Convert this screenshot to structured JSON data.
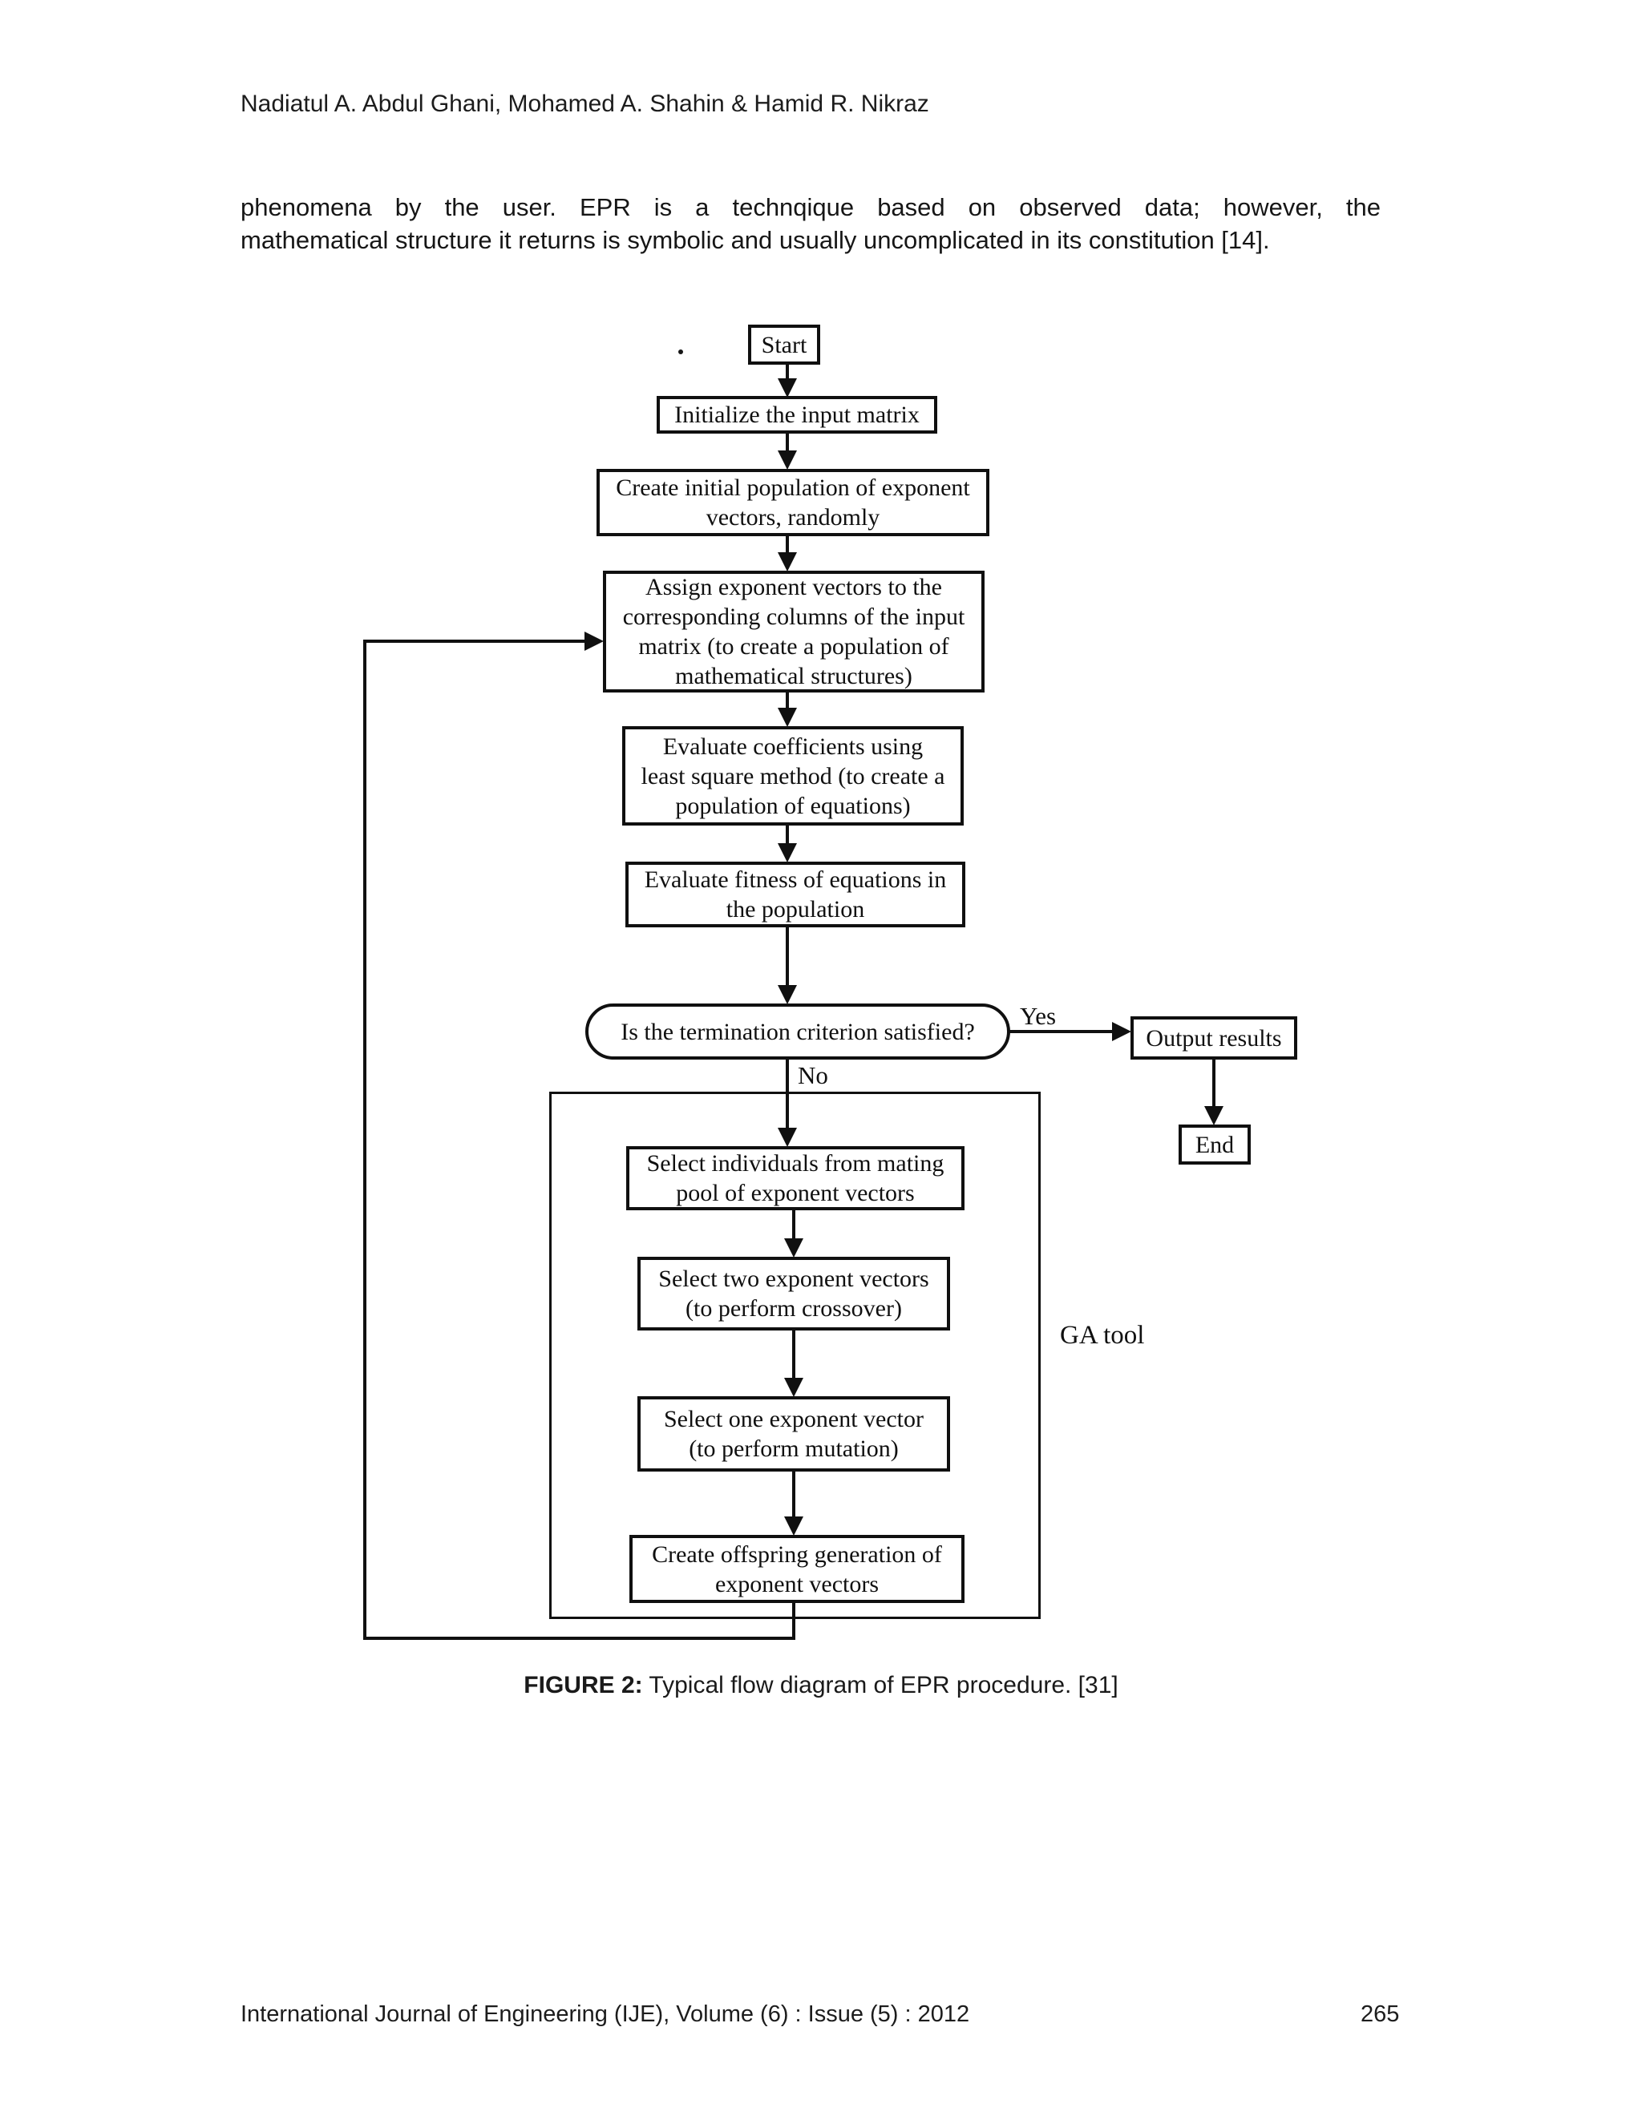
{
  "page": {
    "header": "Nadiatul A. Abdul Ghani, Mohamed A. Shahin & Hamid R. Nikraz",
    "paragraph": {
      "line1": "phenomena by the user. EPR is a technqique based on observed data; however, the",
      "line2": "mathematical structure it returns is symbolic and usually uncomplicated in its constitution [14]."
    },
    "caption": {
      "label": "FIGURE 2:",
      "text": " Typical flow diagram of EPR procedure. [31]"
    },
    "footer": {
      "journal": "International Journal of Engineering (IJE), Volume (6) : Issue (5) : 2012",
      "page_number": "265"
    }
  },
  "flowchart": {
    "nodes": {
      "start": "Start",
      "initialize": "Initialize the input matrix",
      "create_population": "Create initial population of exponent\nvectors, randomly",
      "assign": "Assign exponent vectors to the\ncorresponding columns of the input\nmatrix (to create a population of\nmathematical structures)",
      "evaluate_coefficients": "Evaluate coefficients using\nleast square method (to create a\npopulation of equations)",
      "evaluate_fitness": "Evaluate fitness of equations in\nthe population",
      "decision": "Is the termination criterion satisfied?",
      "output_results": "Output results",
      "end": "End",
      "select_individuals": "Select individuals from mating\npool of exponent vectors",
      "select_two": "Select two exponent vectors\n(to perform crossover)",
      "select_one": "Select one exponent vector\n(to perform mutation)",
      "create_offspring": "Create offspring generation of\nexponent vectors"
    },
    "edge_labels": {
      "yes": "Yes",
      "no": "No"
    },
    "annotation": "GA tool",
    "ink_color": "#101010"
  }
}
